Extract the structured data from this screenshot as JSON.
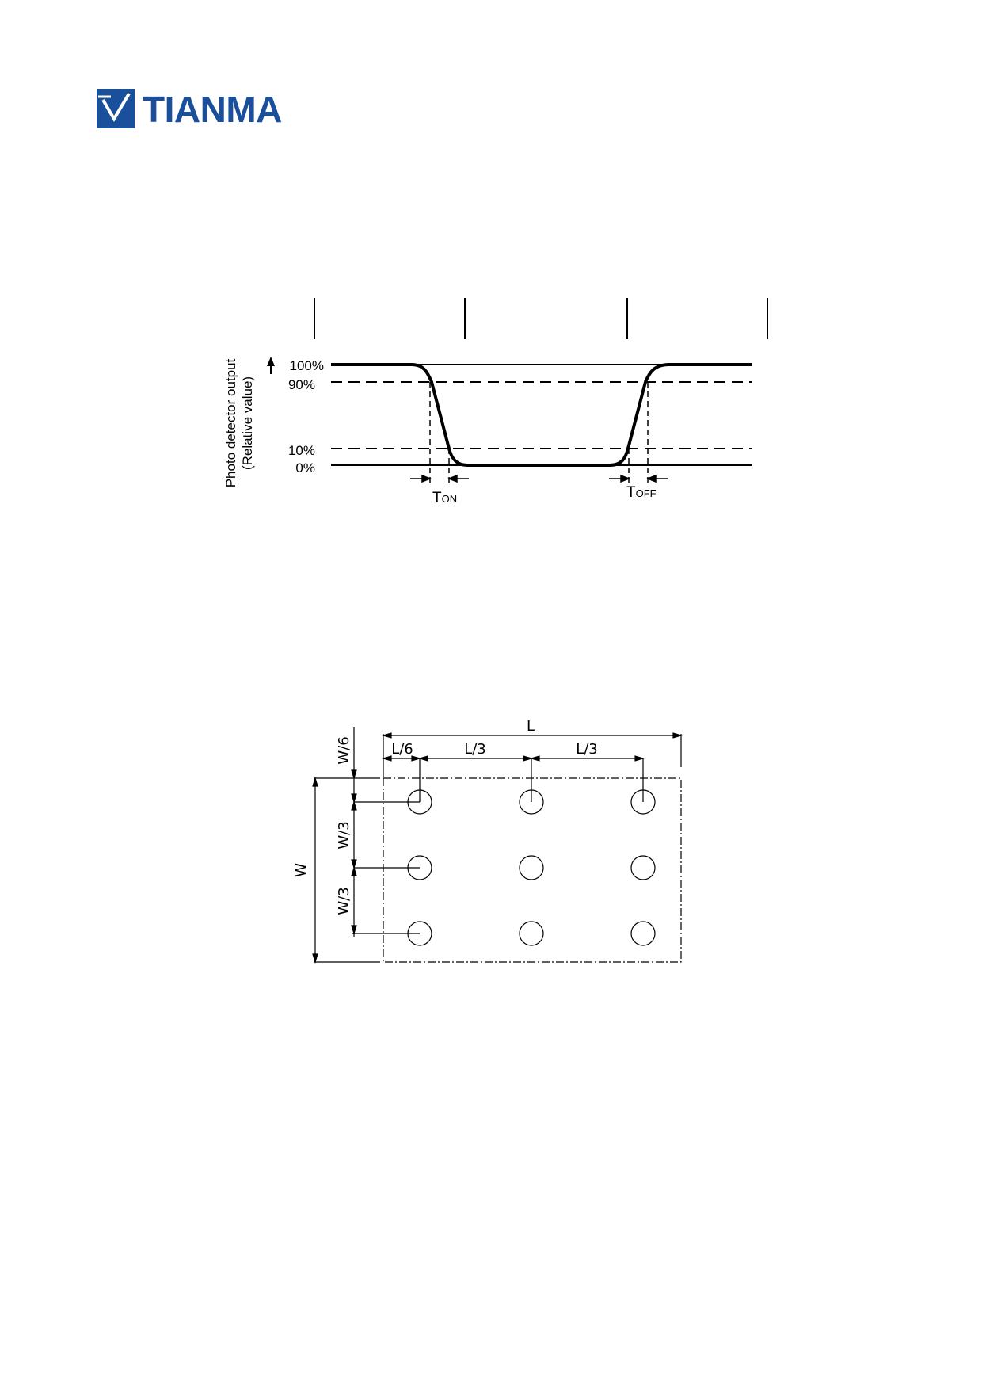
{
  "header": {
    "brand": "TIANMA",
    "brand_color": "#1a4f9c",
    "logo_icon": "tianma-logo-icon"
  },
  "response_diagram": {
    "y_axis_label_line1": "Photo detector output",
    "y_axis_label_line2": "(Relative value)",
    "levels": [
      "100%",
      "90%",
      "10%",
      "0%"
    ],
    "t_on": {
      "main": "T",
      "sub": "ON"
    },
    "t_off": {
      "main": "T",
      "sub": "OFF"
    }
  },
  "measurement_diagram": {
    "length_label": "L",
    "l6_label": "L/6",
    "l3_label_a": "L/3",
    "l3_label_b": "L/3",
    "width_label": "W",
    "w6_label": "W/6",
    "w3_label_a": "W/3",
    "w3_label_b": "W/3",
    "points_grid": [
      3,
      3
    ]
  }
}
